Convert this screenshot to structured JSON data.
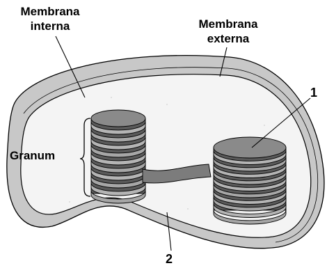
{
  "labels": {
    "membrana_interna": [
      "Membrana",
      "interna"
    ],
    "membrana_externa": [
      "Membrana",
      "externa"
    ],
    "granum": "Granum",
    "marker_1": "1",
    "marker_2": "2"
  },
  "colors": {
    "outer_membrane": "#c8c8c8",
    "stroma": "#f4f4f4",
    "thylakoid_top": "#8a8a8a",
    "thylakoid_side": "#b4b4b4",
    "thylakoid_dark": "#5a5a5a",
    "outline": "#000000"
  }
}
